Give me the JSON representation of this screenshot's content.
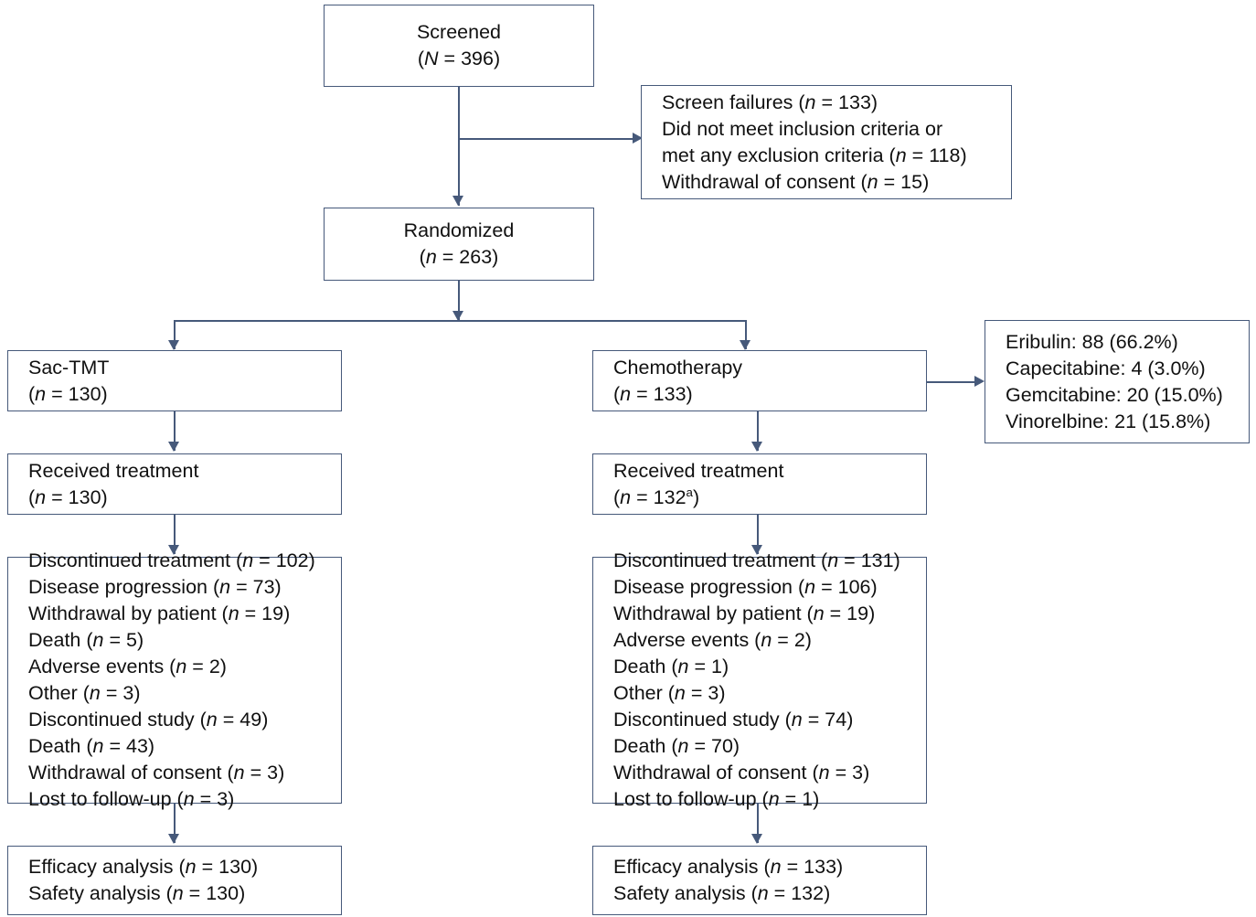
{
  "diagram": {
    "type": "consort-flow-diagram",
    "title": "Patient disposition flow diagram",
    "colors": {
      "border": "#46597a",
      "connector": "#46597a",
      "text": "#101010",
      "background": "#ffffff"
    }
  },
  "nodes": {
    "screened": {
      "id": "screened",
      "align": "center",
      "lines": [
        {
          "label": "Screened"
        },
        {
          "prefix": "(",
          "variable": "N",
          "eq": " = ",
          "value": "396",
          "suffix": ")"
        }
      ]
    },
    "screen_failures": {
      "id": "screen-failures",
      "align": "left",
      "lines": [
        {
          "label": "Screen failures (",
          "variable": "n",
          "eq": " = ",
          "value": "133",
          "suffix": ")",
          "indent": false
        },
        {
          "label": "Did not meet inclusion criteria or",
          "indent": true
        },
        {
          "label": "met any exclusion criteria (",
          "variable": "n",
          "eq": " = ",
          "value": "118",
          "suffix": ")",
          "indent": true
        },
        {
          "label": "Withdrawal of consent (",
          "variable": "n",
          "eq": " = ",
          "value": "15",
          "suffix": ")",
          "indent": true
        }
      ]
    },
    "randomized": {
      "id": "randomized",
      "align": "center",
      "lines": [
        {
          "label": "Randomized"
        },
        {
          "prefix": "(",
          "variable": "n",
          "eq": " = ",
          "value": "263",
          "suffix": ")"
        }
      ]
    },
    "arm_sactmt": {
      "id": "arm-sac-tmt",
      "align": "left",
      "lines": [
        {
          "label": "Sac-TMT"
        },
        {
          "prefix": "(",
          "variable": "n",
          "eq": " = ",
          "value": "130",
          "suffix": ")"
        }
      ]
    },
    "arm_chemo": {
      "id": "arm-chemotherapy",
      "align": "left",
      "lines": [
        {
          "label": "Chemotherapy"
        },
        {
          "prefix": "(",
          "variable": "n",
          "eq": " = ",
          "value": "133",
          "suffix": ")"
        }
      ]
    },
    "chemo_breakdown": {
      "id": "chemotherapy-breakdown",
      "align": "left",
      "lines": [
        {
          "label": "Eribulin: 88 (66.2%)"
        },
        {
          "label": "Capecitabine: 4 (3.0%)"
        },
        {
          "label": "Gemcitabine: 20 (15.0%)"
        },
        {
          "label": "Vinorelbine: 21 (15.8%)"
        }
      ]
    },
    "received_sactmt": {
      "id": "received-treatment-sac-tmt",
      "align": "left",
      "lines": [
        {
          "label": "Received treatment"
        },
        {
          "prefix": "(",
          "variable": "n",
          "eq": " = ",
          "value": "130",
          "suffix": ")"
        }
      ]
    },
    "received_chemo": {
      "id": "received-treatment-chemotherapy",
      "align": "left",
      "lines": [
        {
          "label": "Received treatment"
        },
        {
          "prefix": "(",
          "variable": "n",
          "eq": " = ",
          "value": "132",
          "footnote": "a",
          "suffix": ")"
        }
      ]
    },
    "disc_sactmt": {
      "id": "discontinuation-sac-tmt",
      "align": "left",
      "lines": [
        {
          "label": "Discontinued treatment (",
          "variable": "n",
          "eq": " = ",
          "value": "102",
          "suffix": ")",
          "indent": false
        },
        {
          "label": "Disease progression (",
          "variable": "n",
          "eq": " = ",
          "value": "73",
          "suffix": ")",
          "indent": true
        },
        {
          "label": "Withdrawal by patient (",
          "variable": "n",
          "eq": " = ",
          "value": "19",
          "suffix": ")",
          "indent": true
        },
        {
          "label": "Death (",
          "variable": "n",
          "eq": " = ",
          "value": "5",
          "suffix": ")",
          "indent": true
        },
        {
          "label": "Adverse events (",
          "variable": "n",
          "eq": " = ",
          "value": "2",
          "suffix": ")",
          "indent": true
        },
        {
          "label": "Other (",
          "variable": "n",
          "eq": " = ",
          "value": "3",
          "suffix": ")",
          "indent": true
        },
        {
          "label": "Discontinued study (",
          "variable": "n",
          "eq": " = ",
          "value": "49",
          "suffix": ")",
          "indent": false
        },
        {
          "label": "Death (",
          "variable": "n",
          "eq": " = ",
          "value": "43",
          "suffix": ")",
          "indent": true
        },
        {
          "label": "Withdrawal of consent (",
          "variable": "n",
          "eq": " = ",
          "value": "3",
          "suffix": ")",
          "indent": true
        },
        {
          "label": "Lost to follow-up (",
          "variable": "n",
          "eq": " = ",
          "value": "3",
          "suffix": ")",
          "indent": true
        }
      ]
    },
    "disc_chemo": {
      "id": "discontinuation-chemotherapy",
      "align": "left",
      "lines": [
        {
          "label": "Discontinued treatment (",
          "variable": "n",
          "eq": " = ",
          "value": "131",
          "suffix": ")",
          "indent": false
        },
        {
          "label": "Disease progression (",
          "variable": "n",
          "eq": " = ",
          "value": "106",
          "suffix": ")",
          "indent": true
        },
        {
          "label": "Withdrawal by patient (",
          "variable": "n",
          "eq": " = ",
          "value": "19",
          "suffix": ")",
          "indent": true
        },
        {
          "label": "Adverse events (",
          "variable": "n",
          "eq": " = ",
          "value": "2",
          "suffix": ")",
          "indent": true
        },
        {
          "label": "Death (",
          "variable": "n",
          "eq": " = ",
          "value": "1",
          "suffix": ")",
          "indent": true
        },
        {
          "label": "Other (",
          "variable": "n",
          "eq": " = ",
          "value": "3",
          "suffix": ")",
          "indent": true
        },
        {
          "label": "Discontinued study (",
          "variable": "n",
          "eq": " = ",
          "value": "74",
          "suffix": ")",
          "indent": false
        },
        {
          "label": "Death (",
          "variable": "n",
          "eq": " = ",
          "value": "70",
          "suffix": ")",
          "indent": true
        },
        {
          "label": "Withdrawal of consent (",
          "variable": "n",
          "eq": " = ",
          "value": "3",
          "suffix": ")",
          "indent": true
        },
        {
          "label": "Lost to follow-up (",
          "variable": "n",
          "eq": " = ",
          "value": "1",
          "suffix": ")",
          "indent": true
        }
      ]
    },
    "analysis_sactmt": {
      "id": "analysis-sac-tmt",
      "align": "left",
      "lines": [
        {
          "label": "Efficacy analysis (",
          "variable": "n",
          "eq": " = ",
          "value": "130",
          "suffix": ")"
        },
        {
          "label": "Safety analysis (",
          "variable": "n",
          "eq": " = ",
          "value": "130",
          "suffix": ")"
        }
      ]
    },
    "analysis_chemo": {
      "id": "analysis-chemotherapy",
      "align": "left",
      "lines": [
        {
          "label": "Efficacy analysis (",
          "variable": "n",
          "eq": " = ",
          "value": "133",
          "suffix": ")"
        },
        {
          "label": "Safety analysis (",
          "variable": "n",
          "eq": " = ",
          "value": "132",
          "suffix": ")"
        }
      ]
    }
  }
}
